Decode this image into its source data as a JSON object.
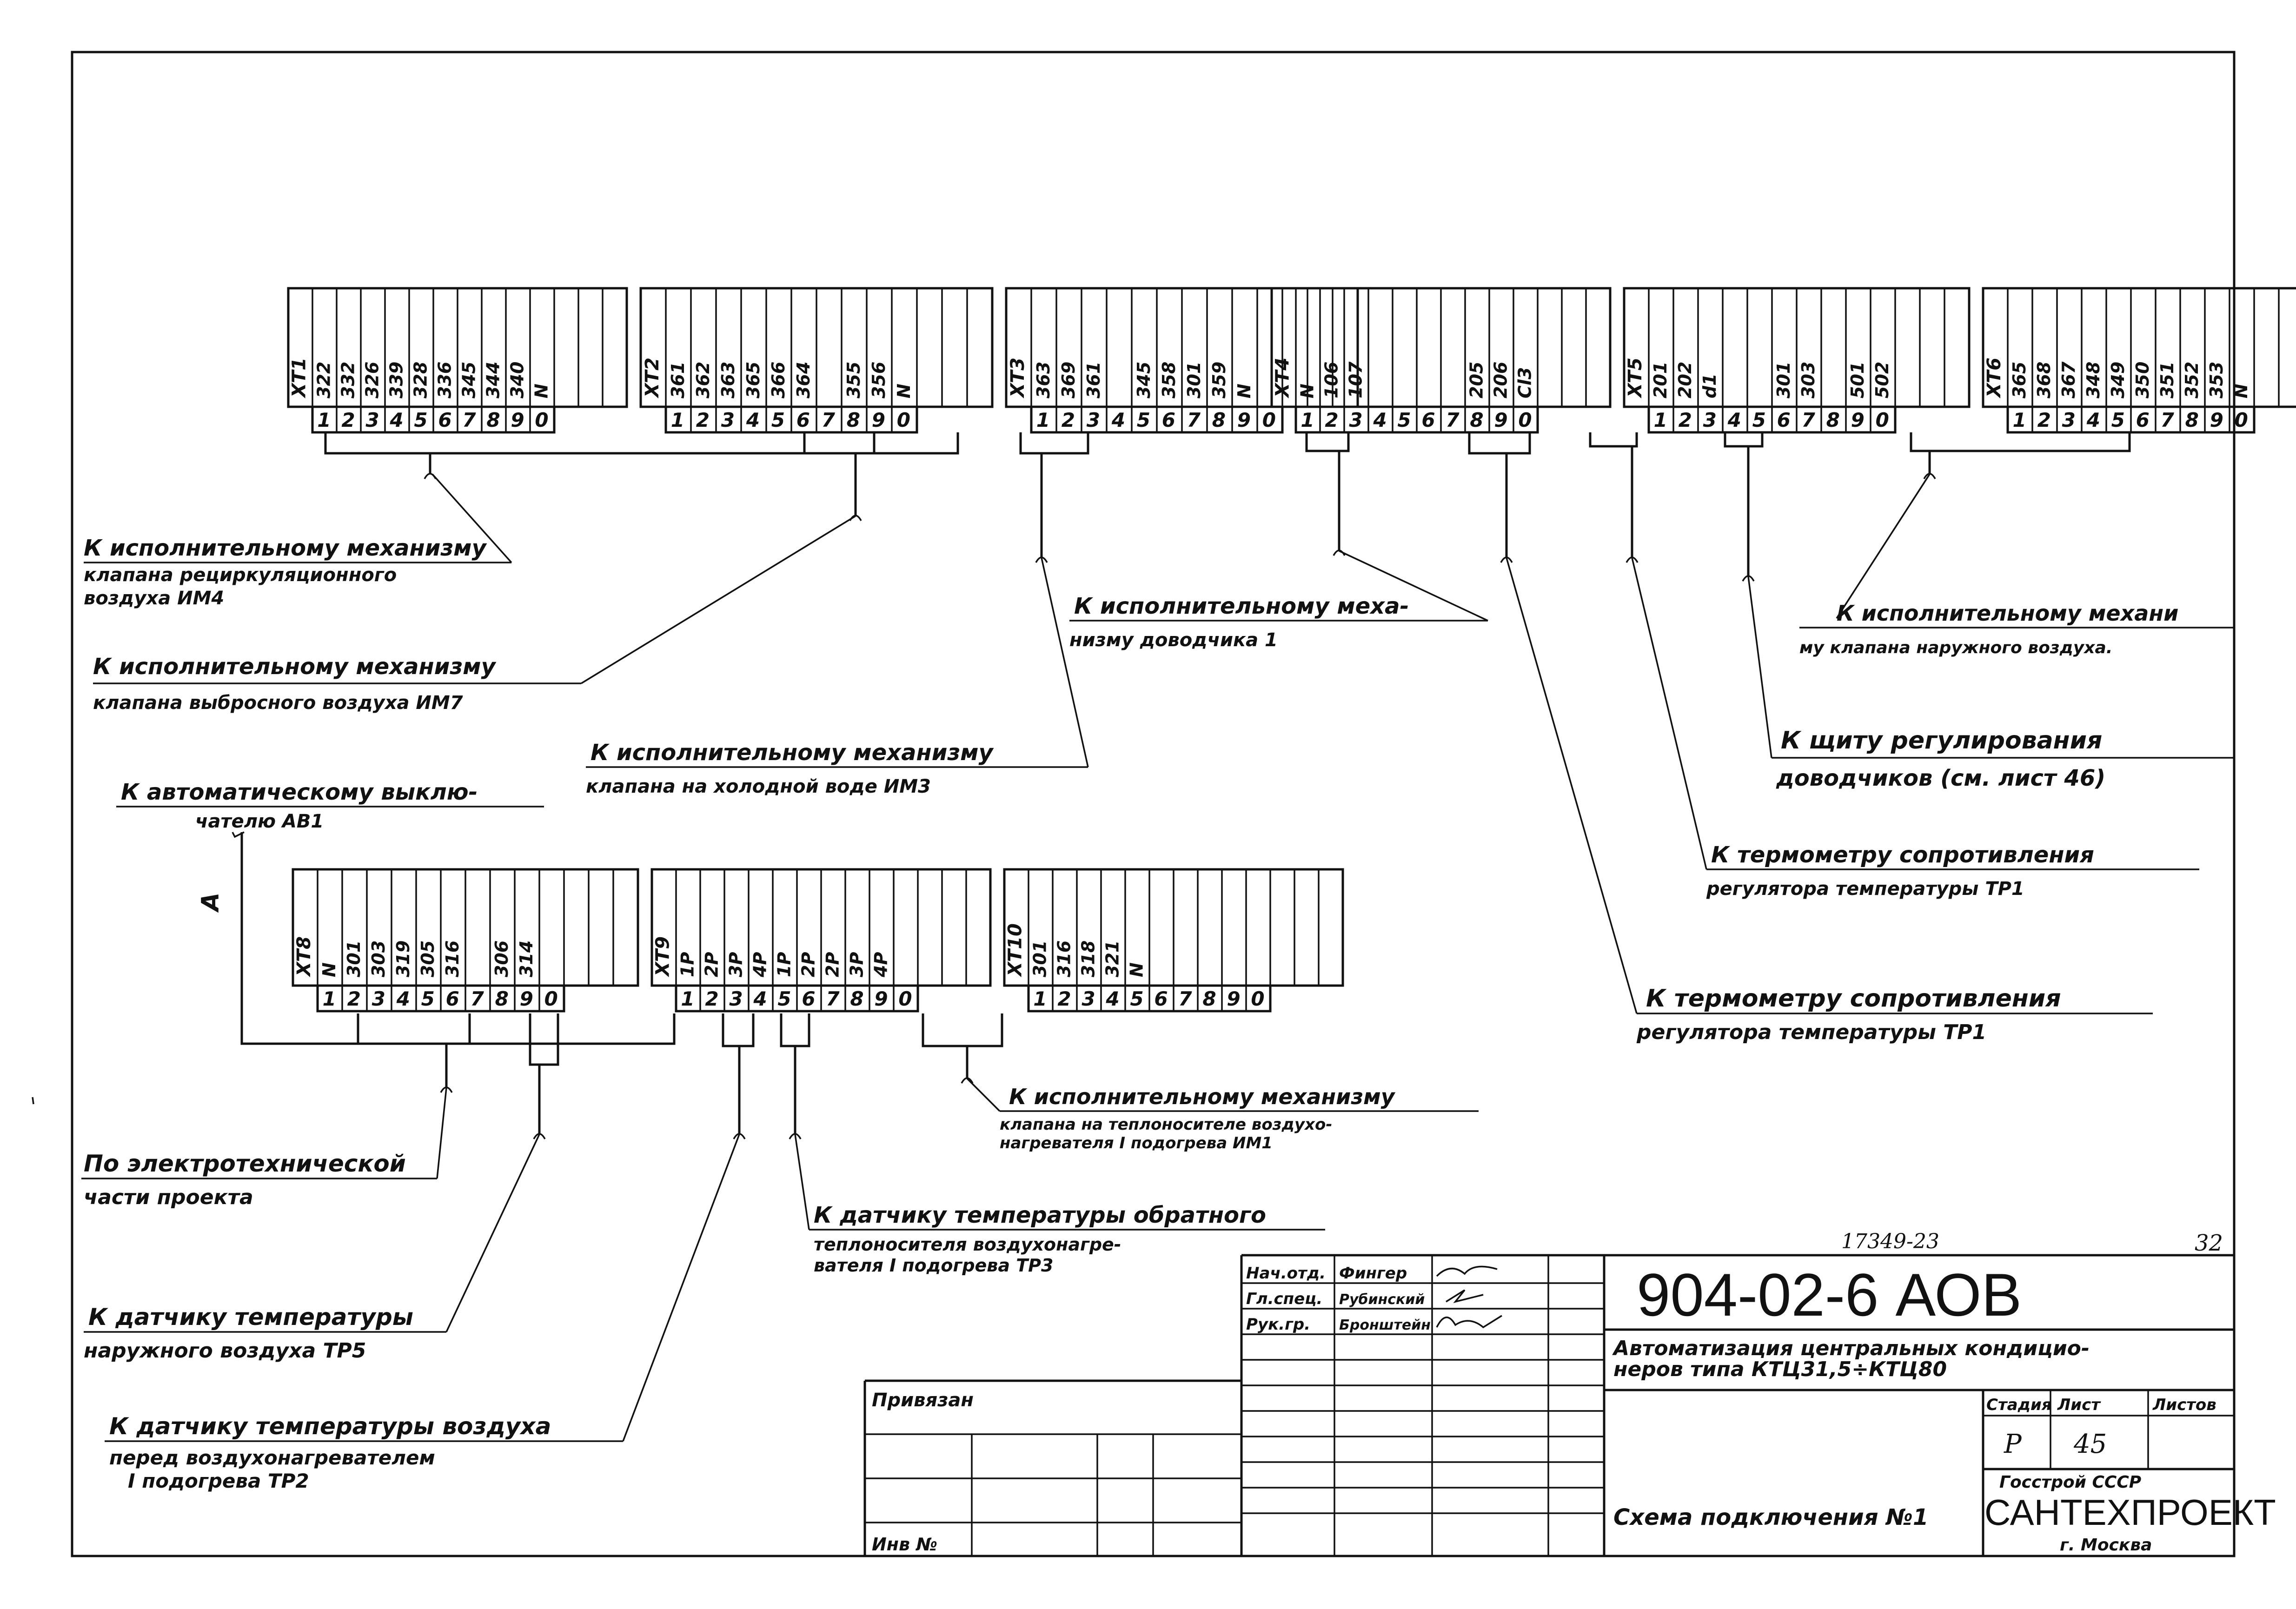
{
  "strips": {
    "top_left": [
      {
        "id": "XT1",
        "wires": [
          "322",
          "332",
          "326",
          "339",
          "328",
          "336",
          "345",
          "344",
          "340",
          "N"
        ],
        "terminals": [
          "1",
          "2",
          "3",
          "4",
          "5",
          "6",
          "7",
          "8",
          "9",
          "0"
        ]
      },
      {
        "id": "XT2",
        "wires": [
          "361",
          "362",
          "363",
          "365",
          "366",
          "364",
          "",
          "355",
          "356",
          "N"
        ],
        "terminals": [
          "1",
          "2",
          "3",
          "4",
          "5",
          "6",
          "7",
          "8",
          "9",
          "0"
        ]
      },
      {
        "id": "XT3",
        "wires": [
          "363",
          "369",
          "361",
          "",
          "345",
          "358",
          "301",
          "359",
          "N",
          ""
        ],
        "terminals": [
          "1",
          "2",
          "3",
          "4",
          "5",
          "6",
          "7",
          "8",
          "9",
          "0"
        ]
      }
    ],
    "top_right": [
      {
        "id": "XT4",
        "wires": [
          "N",
          "106",
          "107",
          "",
          "",
          "",
          "",
          "205",
          "206",
          "Cl3"
        ],
        "terminals": [
          "1",
          "2",
          "3",
          "4",
          "5",
          "6",
          "7",
          "8",
          "9",
          "0"
        ]
      },
      {
        "id": "XT5",
        "wires": [
          "201",
          "202",
          "d1",
          "",
          "",
          "301",
          "303",
          "",
          "501",
          "502"
        ],
        "terminals": [
          "1",
          "2",
          "3",
          "4",
          "5",
          "6",
          "7",
          "8",
          "9",
          "0"
        ]
      },
      {
        "id": "XT6",
        "wires": [
          "365",
          "368",
          "367",
          "348",
          "349",
          "350",
          "351",
          "352",
          "353",
          "N"
        ],
        "terminals": [
          "1",
          "2",
          "3",
          "4",
          "5",
          "6",
          "7",
          "8",
          "9",
          "0"
        ]
      }
    ],
    "bottom": [
      {
        "id": "XT8",
        "wires": [
          "N",
          "301",
          "303",
          "319",
          "305",
          "316",
          "",
          "306",
          "314",
          ""
        ],
        "terminals": [
          "1",
          "2",
          "3",
          "4",
          "5",
          "6",
          "7",
          "8",
          "9",
          "0"
        ]
      },
      {
        "id": "XT9",
        "wires": [
          "1P",
          "2P",
          "3P",
          "4P",
          "1P",
          "2P",
          "2P",
          "3P",
          "4P",
          ""
        ],
        "terminals": [
          "1",
          "2",
          "3",
          "4",
          "5",
          "6",
          "7",
          "8",
          "9",
          "0"
        ]
      },
      {
        "id": "XT10",
        "wires": [
          "301",
          "316",
          "318",
          "321",
          "N",
          "",
          "",
          "",
          "",
          ""
        ],
        "terminals": [
          "1",
          "2",
          "3",
          "4",
          "5",
          "6",
          "7",
          "8",
          "9",
          "0"
        ]
      }
    ]
  },
  "callouts": {
    "im4": {
      "line1": "К исполнительному механизму",
      "line2": "клапана рециркуляционного",
      "line3": "воздуха ИМ4"
    },
    "im7": {
      "line1": "К исполнительному механизму",
      "line2": "клапана выбросного воздуха ИМ7"
    },
    "im3": {
      "line1": "К исполнительному механизму",
      "line2": "клапана на холодной воде ИМ3"
    },
    "av1": {
      "line1": "К автоматическому выклю-",
      "line2": "чателю АВ1"
    },
    "dovod": {
      "line1": "К исполнительному меха-",
      "line2": "низму доводчика 1"
    },
    "naruzh": {
      "line1": "К исполнительному механи",
      "line2": "му клапана наружного воздуха."
    },
    "shchit": {
      "line1": "К щиту регулирования",
      "line2": "доводчиков (см. лист 46)"
    },
    "tr1a": {
      "line1": "К термометру сопротивления",
      "line2": "регулятора температуры ТР1"
    },
    "tr1b": {
      "line1": "К термометру сопротивления",
      "line2": "регулятора температуры ТР1"
    },
    "im1": {
      "line1": "К исполнительному механизму",
      "line2": "клапана на теплоносителе воздухо-",
      "line3": "нагревателя I подогрева ИМ1"
    },
    "elec": {
      "line1": "По электротехнической",
      "line2": "части проекта"
    },
    "tp3": {
      "line1": "К датчику температуры обратного",
      "line2": "теплоносителя воздухонагре-",
      "line3": "вателя I подогрева ТР3"
    },
    "tp5": {
      "line1": "К датчику температуры",
      "line2": "наружного воздуха ТР5"
    },
    "tp2": {
      "line1": "К датчику температуры воздуха",
      "line2": "перед воздухонагревателем",
      "line3": "I подогрева ТР2"
    },
    "a_mark": "А"
  },
  "title_block": {
    "doc_ref": "17349-23",
    "page_no": "32",
    "code": "904-02-6  АОВ",
    "roles": [
      {
        "role": "Нач.отд.",
        "name": "Фингер"
      },
      {
        "role": "Гл.спец.",
        "name": "Рубинский"
      },
      {
        "role": "Рук.гр.",
        "name": "Бронштейн"
      }
    ],
    "title_line1": "Автоматизация центральных кондицио-",
    "title_line2": "неров типа КТЦ31,5÷КТЦ80",
    "sheet_title": "Схема подключения №1",
    "stage_header": "Стадия",
    "sheet_header": "Лист",
    "sheets_header": "Листов",
    "stage_value": "Р",
    "sheet_value": "45",
    "org_line1": "Госстрой СССР",
    "org_line2": "САНТЕХПРОЕКТ",
    "org_line3": "г. Москва",
    "privyazan": "Привязан",
    "inv_no": "Инв №"
  }
}
